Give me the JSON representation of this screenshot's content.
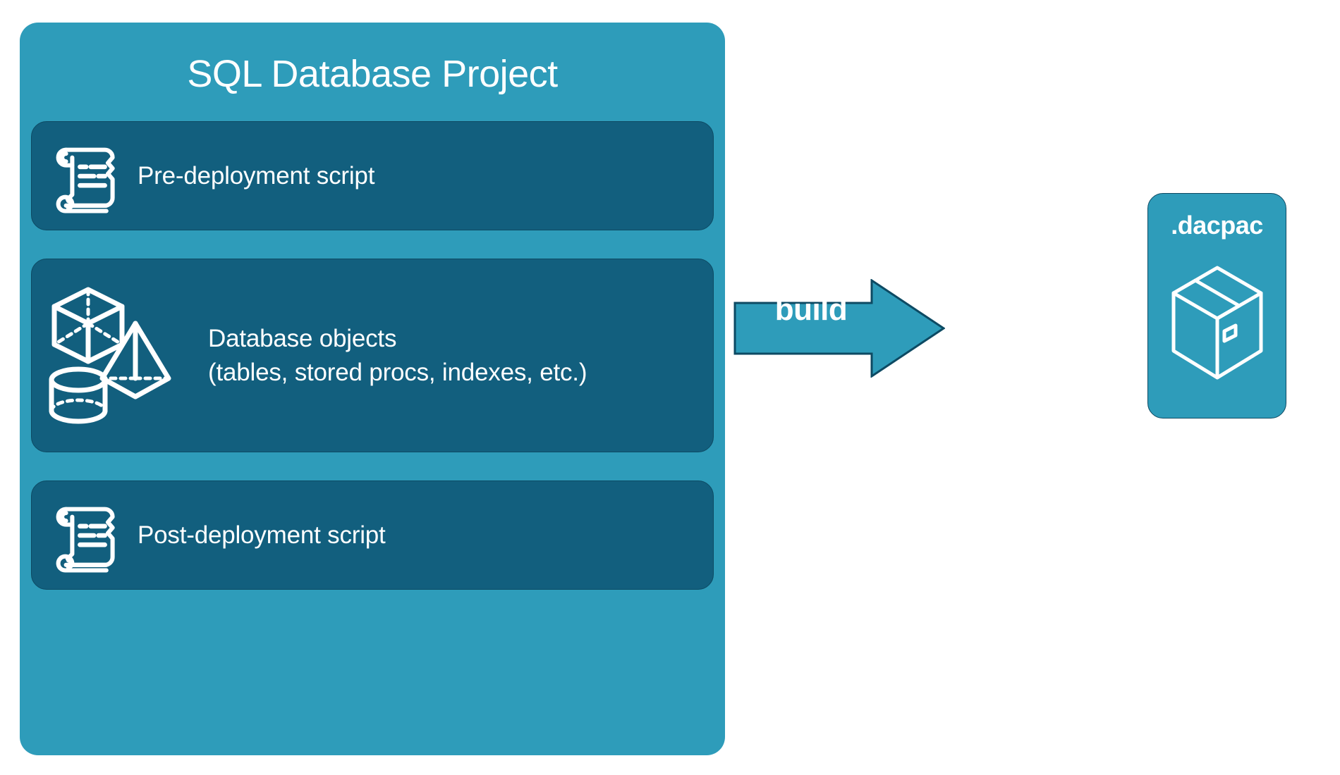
{
  "diagram": {
    "title": "SQL Database Project",
    "background_color": "#ffffff",
    "container_color": "#2e9cba",
    "card_color": "#125f7e",
    "text_color": "#ffffff",
    "outline_color": "#0d4a63"
  },
  "project": {
    "title": "SQL Database Project",
    "items": [
      {
        "id": "pre-deployment",
        "label": "Pre-deployment script",
        "icon": "scroll-icon"
      },
      {
        "id": "database-objects",
        "label": "Database objects\n(tables, stored procs, indexes, etc.)",
        "line1": "Database objects",
        "line2": "(tables, stored procs, indexes, etc.)",
        "icon": "shapes-icon"
      },
      {
        "id": "post-deployment",
        "label": "Post-deployment script",
        "icon": "scroll-icon"
      }
    ]
  },
  "flow": {
    "arrow_label": "build",
    "arrow_icon": "right-arrow-icon"
  },
  "output": {
    "title": ".dacpac",
    "icon": "package-box-icon"
  }
}
